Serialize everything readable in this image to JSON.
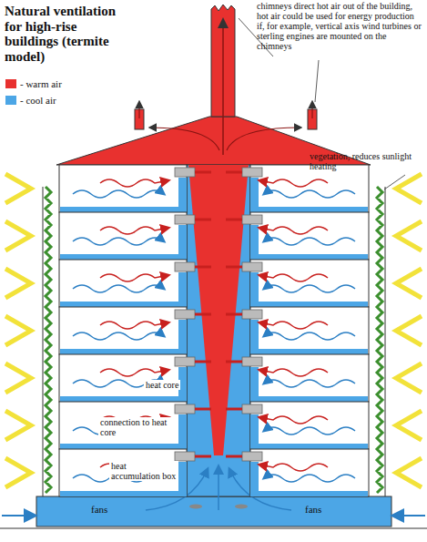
{
  "diagram": {
    "title": "Natural ventilation for high-rise buildings (termite model)",
    "labels": [
      "chimneys direct hot air out of the building, hot air could be used for energy production if, for example, vertical axis wind turbines or sterling engines are mounted on the chimneys",
      "vegetation, reduces sunlight heating",
      "heat core",
      "connection to heat core",
      "heat accumulation box",
      "fans",
      "fans"
    ],
    "legend": [
      {
        "text": "- warm air",
        "color": "#e8312f"
      },
      {
        "text": "- cool air",
        "color": "#4ca6e6"
      }
    ]
  }
}
